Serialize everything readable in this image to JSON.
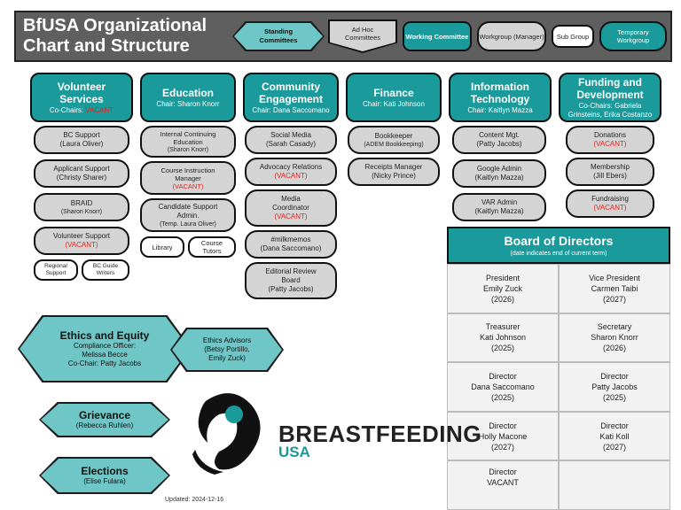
{
  "header": {
    "title": "BfUSA Organizational Chart and Structure",
    "legend": {
      "standing": "Standing Committees",
      "adhoc": "Ad Hoc Committees",
      "working": "Working Committee",
      "workgroup": "Workgroup (Manager)",
      "subgroup": "Sub Group",
      "temporary": "Temporary Workgroup"
    }
  },
  "departments": {
    "volunteer": {
      "name": "Volunteer Services",
      "chair_prefix": "Co-Chairs: ",
      "chair_vacant": "VACANT",
      "items": {
        "bc_support": {
          "line1": "BC Support",
          "line2": "(Laura Oliver)"
        },
        "applicant": {
          "line1": "Applicant Support",
          "line2": "(Christy Sharer)"
        },
        "braid": {
          "line1": "BRAID",
          "line2": "(Sharon Knorr)"
        },
        "vol_support": {
          "line1": "Volunteer Support",
          "line2": "(VACANT)"
        },
        "regional": "Regional Support",
        "bc_guide": "BC Guide Writers"
      }
    },
    "education": {
      "name": "Education",
      "chair": "Chair: Sharon Knorr",
      "items": {
        "internal": {
          "line1": "Internal Continuing Education",
          "line2": "(Sharon Knorr)"
        },
        "course_mgr": {
          "line1": "Course Instruction Manager",
          "line2": "(VACANT)"
        },
        "candidate": {
          "line1": "Candidate Support Admin.",
          "line2": "(Temp. Laura Oliver)"
        },
        "library": "Library",
        "tutors": "Course Tutors"
      }
    },
    "community": {
      "name": "Community Engagement",
      "chair": "Chair: Dana Saccomano",
      "items": {
        "social": {
          "line1": "Social Media",
          "line2": "(Sarah Casady)"
        },
        "advocacy": {
          "line1": "Advocacy Relations",
          "line2": "(VACANT)"
        },
        "media": {
          "line1": "Media Coordinator",
          "line2": "(VACANT)"
        },
        "milkmemos": {
          "line1": "#milkmemos",
          "line2": "(Dana Saccomano)"
        },
        "editorial": {
          "line1": "Editorial Review Board",
          "line2": "(Patty Jacobs)"
        }
      }
    },
    "finance": {
      "name": "Finance",
      "chair": "Chair: Kati Johnson",
      "items": {
        "bookkeeper": {
          "line1": "Bookkeeper",
          "line2": "(ADEM Bookkeeping)"
        },
        "receipts": {
          "line1": "Receipts Manager",
          "line2": "(Nicky Prince)"
        }
      }
    },
    "it": {
      "name": "Information Technology",
      "chair": "Chair: Kaitlyn Mazza",
      "items": {
        "content": {
          "line1": "Content Mgt.",
          "line2": "(Patty Jacobs)"
        },
        "google": {
          "line1": "Google Admin",
          "line2": "(Kaitlyn Mazza)"
        },
        "var": {
          "line1": "VAR Admin",
          "line2": "(Kaitlyn Mazza)"
        }
      }
    },
    "funding": {
      "name": "Funding and Development",
      "chair": "Co-Chairs: Gabriela Grinsteins, Erika Costanzo",
      "items": {
        "donations": {
          "line1": "Donations",
          "line2": "(VACANT)"
        },
        "membership": {
          "line1": "Membership",
          "line2": "(Jill Ebers)"
        },
        "fundraising": {
          "line1": "Fundraising",
          "line2": "(VACANT)"
        }
      }
    }
  },
  "board": {
    "title": "Board of Directors",
    "subtitle": "(date indicates end of current term)",
    "cells": [
      {
        "role": "President",
        "name": "Emily Zuck",
        "year": "(2026)"
      },
      {
        "role": "Vice President",
        "name": "Carmen Taibi",
        "year": "(2027)"
      },
      {
        "role": "Treasurer",
        "name": "Kati Johnson",
        "year": "(2025)"
      },
      {
        "role": "Secretary",
        "name": "Sharon Knorr",
        "year": "(2026)"
      },
      {
        "role": "Director",
        "name": "Dana Saccomano",
        "year": "(2025)"
      },
      {
        "role": "Director",
        "name": "Patty Jacobs",
        "year": "(2025)"
      },
      {
        "role": "Director",
        "name": "Holly Macone",
        "year": "(2027)"
      },
      {
        "role": "Director",
        "name": "Kati Koll",
        "year": "(2027)"
      },
      {
        "role": "Director",
        "name": "VACANT",
        "year": ""
      },
      {
        "role": "",
        "name": "",
        "year": ""
      }
    ]
  },
  "ethics": {
    "title": "Ethics and Equity",
    "line1": "Compliance Officer:",
    "line2": "Melissa Becce",
    "line3": "Co-Chair: Patty Jacobs",
    "advisors": {
      "line1": "Ethics Advisors",
      "line2": "(Betsy Portillo,",
      "line3": "Emily Zuck)"
    }
  },
  "grievance": {
    "title": "Grievance",
    "person": "(Rebecca Ruhlen)"
  },
  "elections": {
    "title": "Elections",
    "person": "(Elise Fulara)"
  },
  "logo": {
    "line1": "BREASTFEEDING",
    "line2": "USA"
  },
  "updated": "Updated: 2024-12-16",
  "colors": {
    "teal": "#1a9a9a",
    "light_teal": "#6ec6c6",
    "gray": "#d4d4d4",
    "header": "#5f5f5f",
    "vacant": "#e0261f"
  }
}
